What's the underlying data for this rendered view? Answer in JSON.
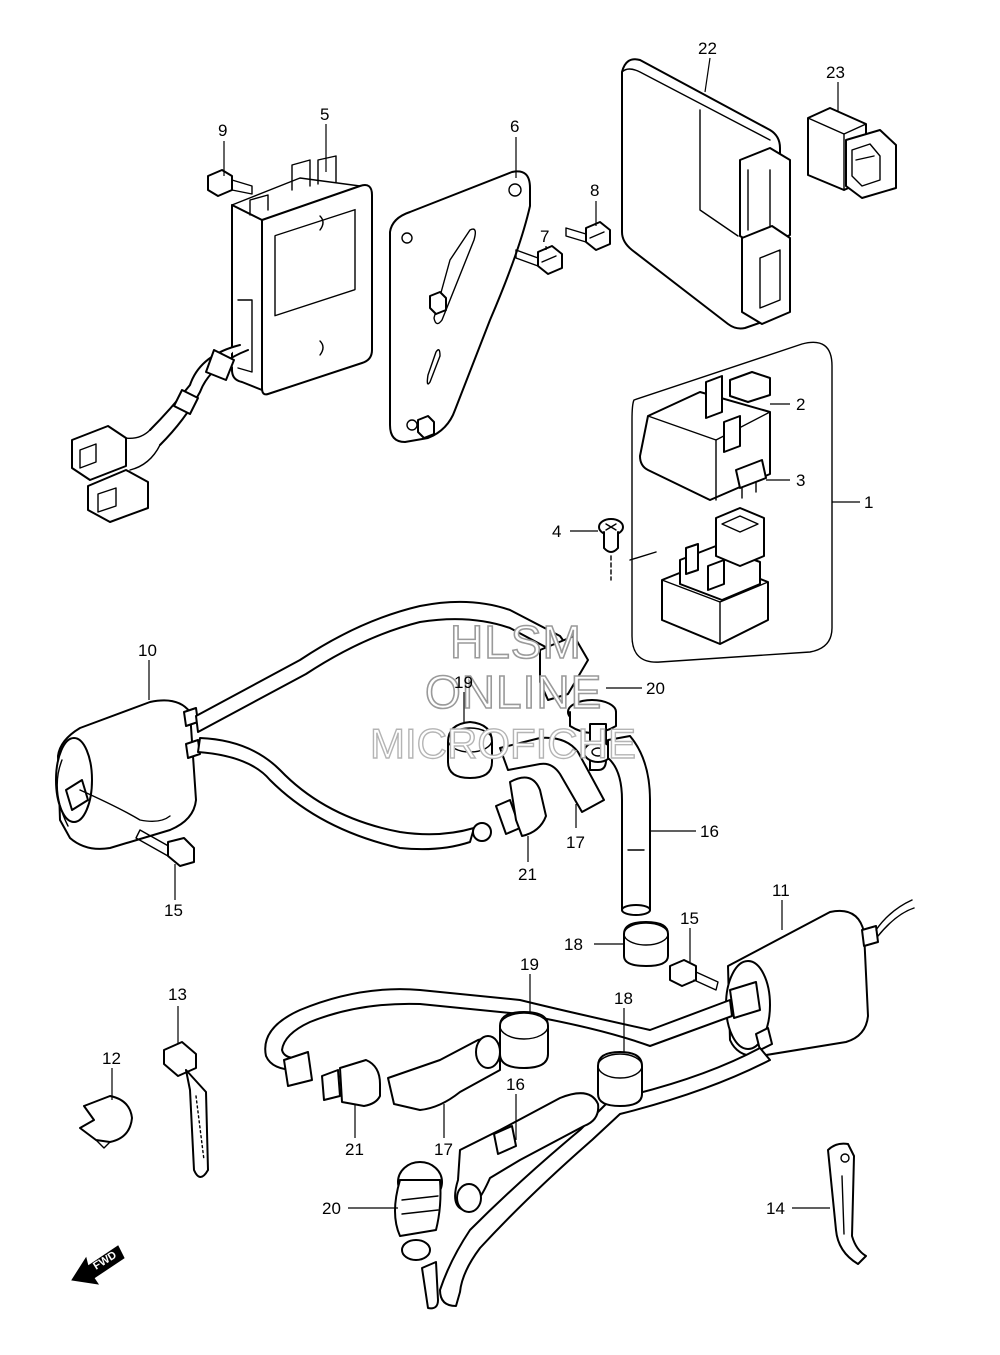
{
  "labels": {
    "p1": "1",
    "p2": "2",
    "p3": "3",
    "p4": "4",
    "p5": "5",
    "p6": "6",
    "p7": "7",
    "p8": "8",
    "p9": "9",
    "p10": "10",
    "p11": "11",
    "p12": "12",
    "p13": "13",
    "p14": "14",
    "p15a": "15",
    "p15b": "15",
    "p16a": "16",
    "p16b": "16",
    "p17a": "17",
    "p17b": "17",
    "p18a": "18",
    "p18b": "18",
    "p19a": "19",
    "p19b": "19",
    "p20a": "20",
    "p20b": "20",
    "p21a": "21",
    "p21b": "21",
    "p22": "22",
    "p23": "23"
  },
  "watermark": {
    "line1": "HLSM",
    "line2": "ONLINE",
    "line3": "MICROFICHE"
  },
  "fwd_label": "FWD",
  "colors": {
    "line": "#000000",
    "watermark": "#9a9a9a",
    "background": "#ffffff"
  }
}
